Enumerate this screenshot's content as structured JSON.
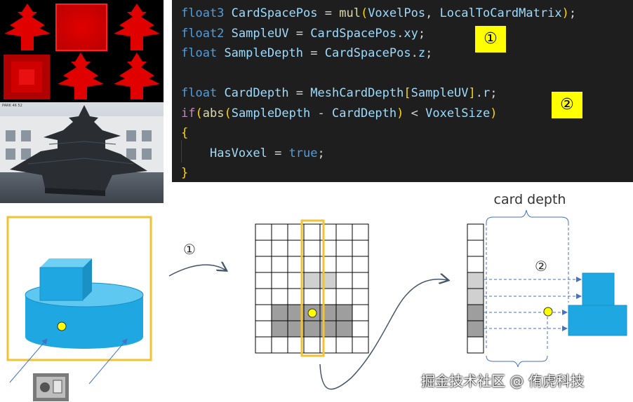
{
  "code": {
    "lines": [
      [
        [
          "kw",
          "float3"
        ],
        [
          "pl",
          " "
        ],
        [
          "id",
          "CardSpacePos"
        ],
        [
          "pl",
          " = "
        ],
        [
          "fn",
          "mul"
        ],
        [
          "br",
          "("
        ],
        [
          "id",
          "VoxelPos"
        ],
        [
          "pl",
          ", "
        ],
        [
          "id",
          "LocalToCardMatrix"
        ],
        [
          "br",
          ")"
        ],
        [
          "pl",
          ";"
        ]
      ],
      [
        [
          "kw",
          "float2"
        ],
        [
          "pl",
          " "
        ],
        [
          "id",
          "SampleUV"
        ],
        [
          "pl",
          " = "
        ],
        [
          "id",
          "CardSpacePos"
        ],
        [
          "pl",
          "."
        ],
        [
          "id",
          "xy"
        ],
        [
          "pl",
          ";"
        ]
      ],
      [
        [
          "kw",
          "float"
        ],
        [
          "pl",
          " "
        ],
        [
          "id",
          "SampleDepth"
        ],
        [
          "pl",
          " = "
        ],
        [
          "id",
          "CardSpacePos"
        ],
        [
          "pl",
          "."
        ],
        [
          "id",
          "z"
        ],
        [
          "pl",
          ";"
        ]
      ],
      [
        [
          "pl",
          ""
        ]
      ],
      [
        [
          "kw",
          "float"
        ],
        [
          "pl",
          " "
        ],
        [
          "id",
          "CardDepth"
        ],
        [
          "pl",
          " = "
        ],
        [
          "id",
          "MeshCardDepth"
        ],
        [
          "br",
          "["
        ],
        [
          "id",
          "SampleUV"
        ],
        [
          "br",
          "]"
        ],
        [
          "pl",
          "."
        ],
        [
          "id",
          "r"
        ],
        [
          "pl",
          ";"
        ]
      ],
      [
        [
          "ctl",
          "if"
        ],
        [
          "br",
          "("
        ],
        [
          "fn",
          "abs"
        ],
        [
          "br",
          "("
        ],
        [
          "id",
          "SampleDepth"
        ],
        [
          "pl",
          " - "
        ],
        [
          "id",
          "CardDepth"
        ],
        [
          "br",
          ")"
        ],
        [
          "pl",
          " < "
        ],
        [
          "id",
          "VoxelSize"
        ],
        [
          "br",
          ")"
        ]
      ],
      [
        [
          "br",
          "{"
        ]
      ],
      [
        [
          "pl",
          "    "
        ],
        [
          "id",
          "HasVoxel"
        ],
        [
          "pl",
          " = "
        ],
        [
          "kw",
          "true"
        ],
        [
          "pl",
          ";"
        ]
      ],
      [
        [
          "br",
          "}"
        ]
      ]
    ],
    "badge1": "①",
    "badge2": "②"
  },
  "photo": {
    "caption": "PARK\n46\n52"
  },
  "diagram": {
    "step1_label": "①",
    "step2_label": "②",
    "card_depth_label": "card depth",
    "yellow_color": "#f1c232",
    "blue_color": "#1fa7e1",
    "marker_color": "#ffff00"
  },
  "watermark": "掘金技术社区 @ 侑虎科技"
}
